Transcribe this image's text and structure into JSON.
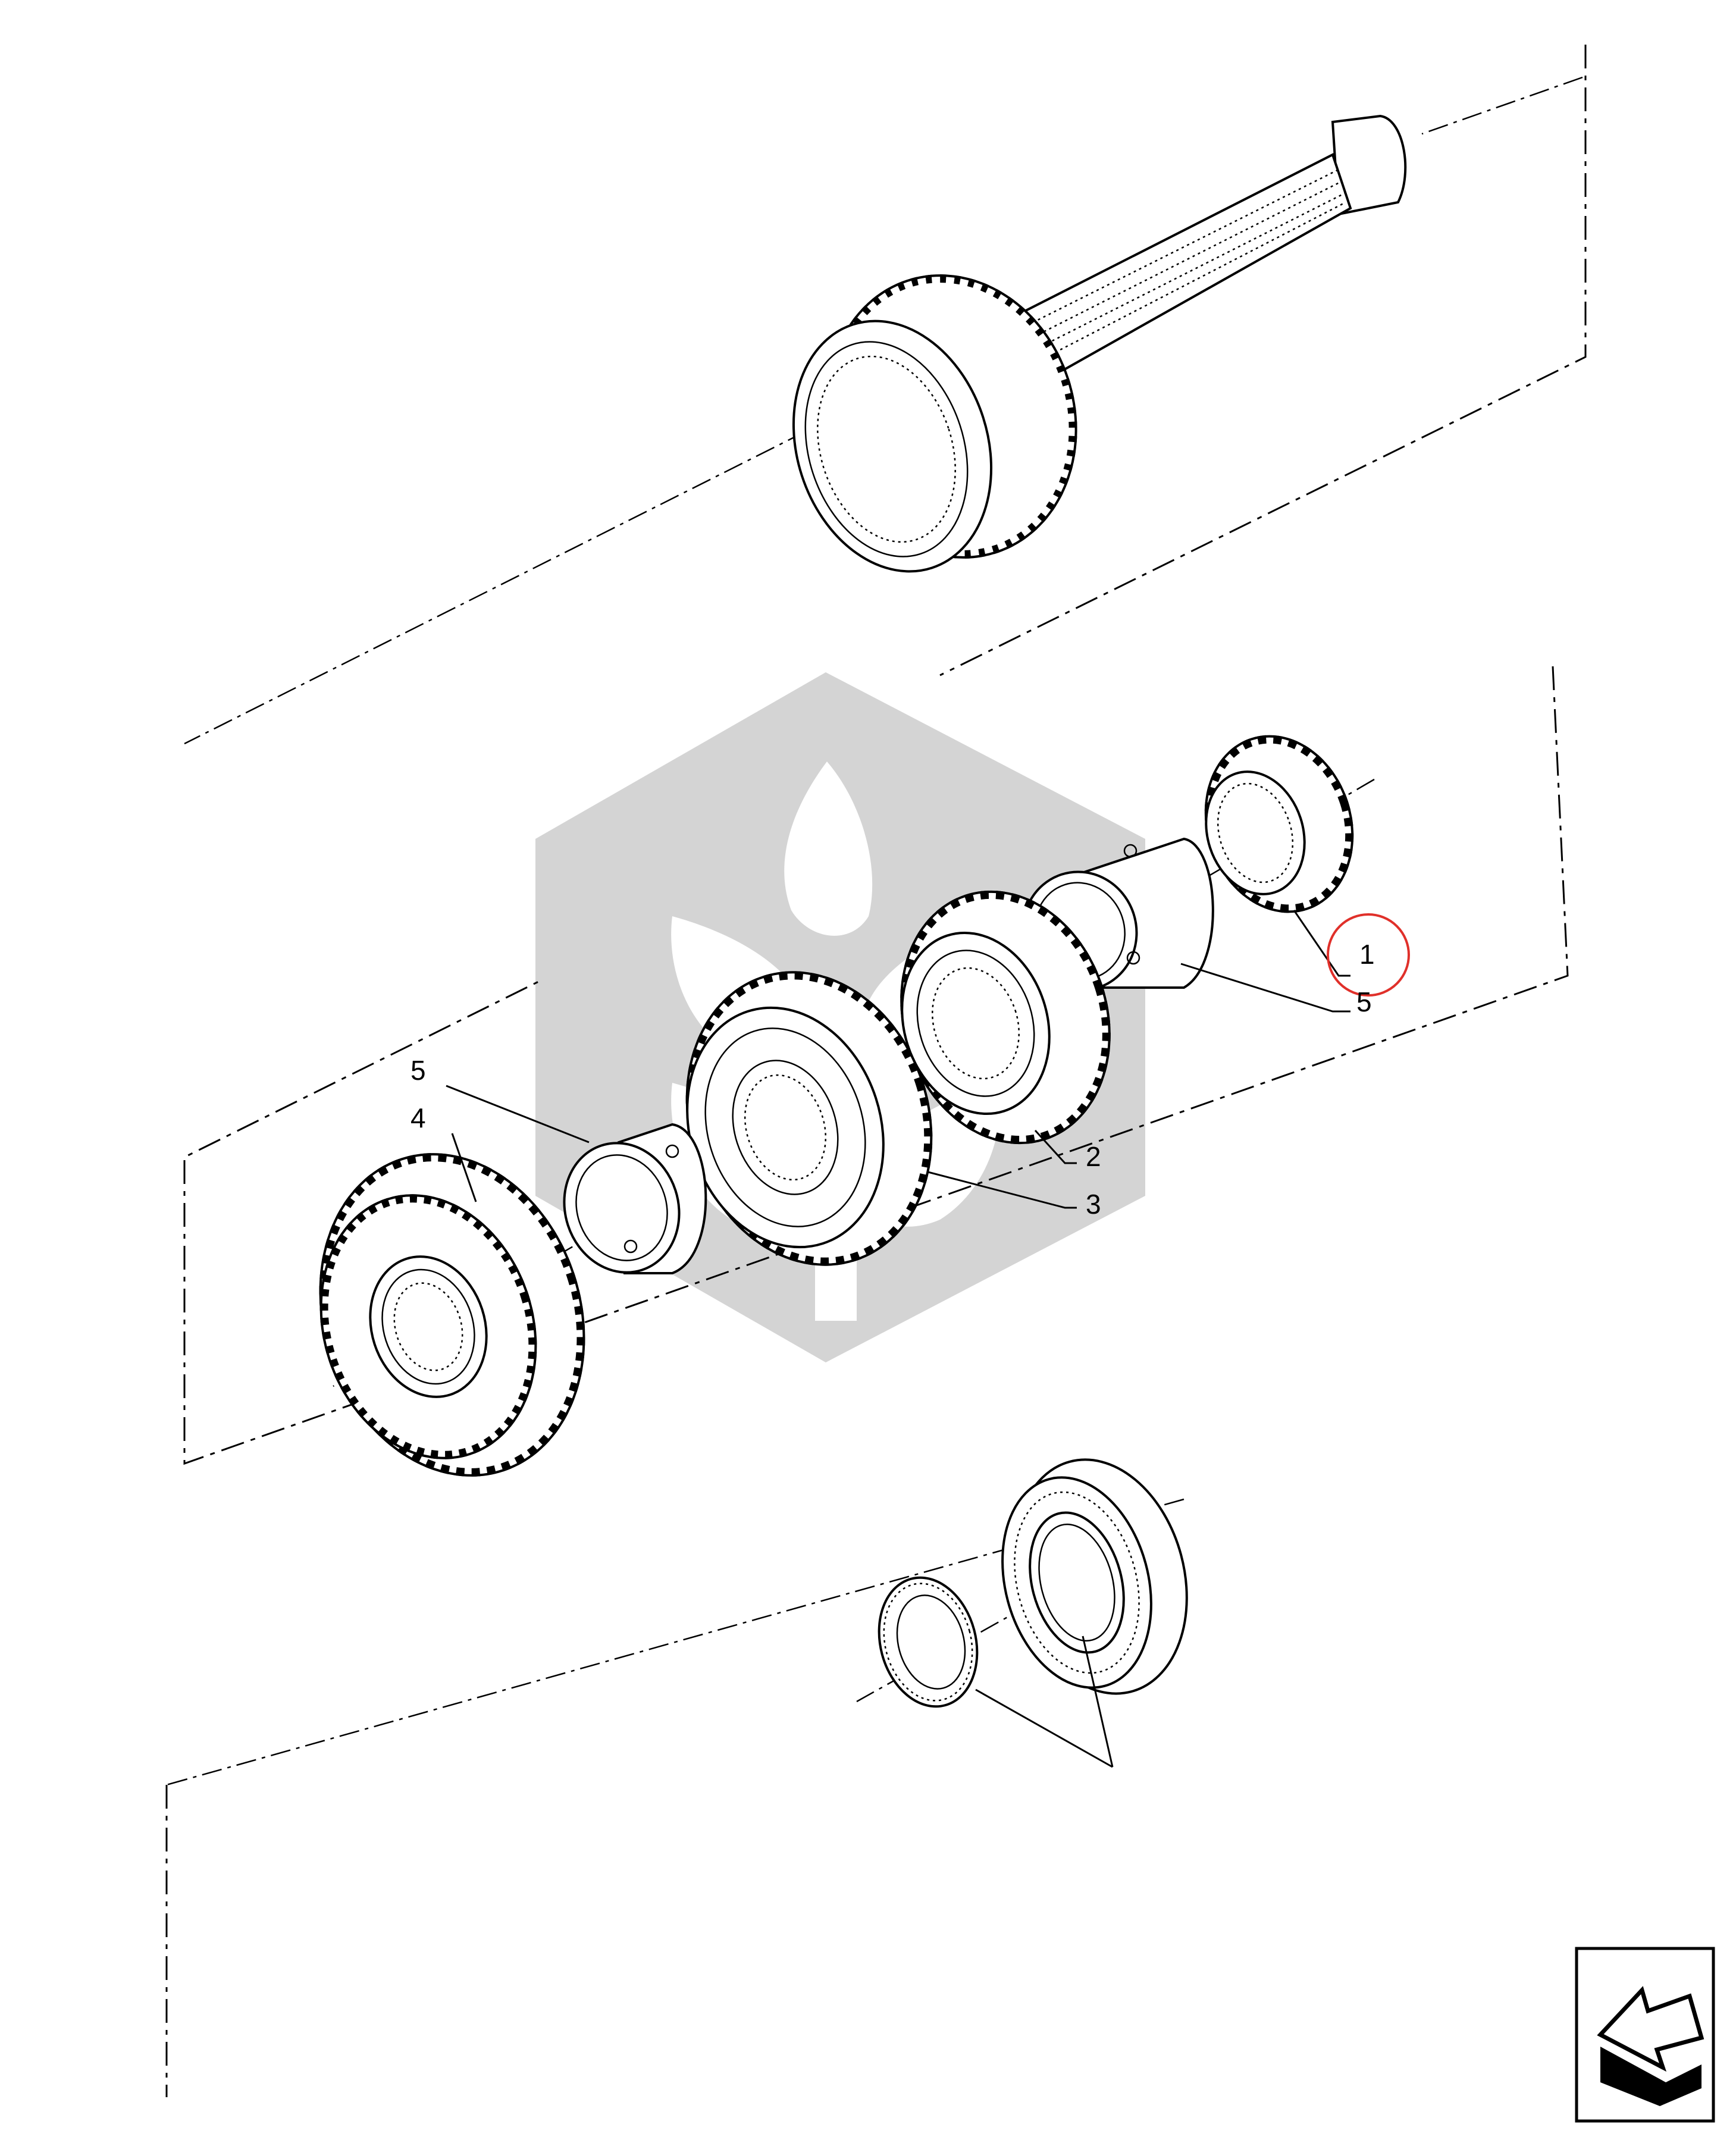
{
  "diagram": {
    "callouts": [
      {
        "id": "1",
        "text": "1",
        "highlighted": true
      },
      {
        "id": "5a",
        "text": "5"
      },
      {
        "id": "2",
        "text": "2"
      },
      {
        "id": "3",
        "text": "3"
      },
      {
        "id": "5b",
        "text": "5"
      },
      {
        "id": "4",
        "text": "4"
      }
    ],
    "highlight_color": "#e0302a",
    "watermark_color": "#d4d4d4",
    "nav_icon": "arrow-back-icon"
  }
}
